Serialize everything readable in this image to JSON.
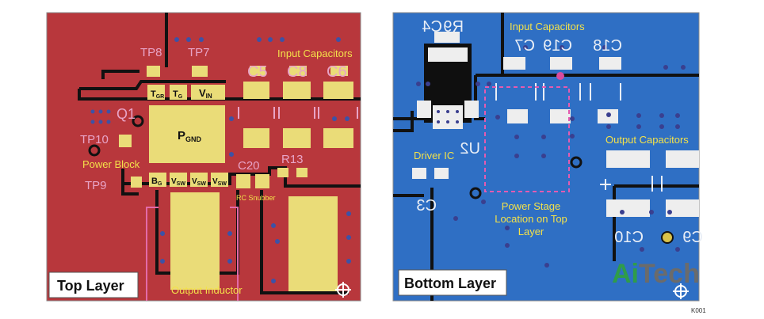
{
  "panels": {
    "top": {
      "layer_label": "Top Layer",
      "silk": {
        "tp8": "TP8",
        "tp7": "TP7",
        "tp10": "TP10",
        "tp9": "TP9",
        "q1": "Q1",
        "c5": "C5",
        "c8": "C8",
        "c6": "C6",
        "c20": "C20",
        "r13": "R13"
      },
      "pads": {
        "tgr": "T",
        "tgr_sub": "GR",
        "tg": "T",
        "tg_sub": "G",
        "vin": "V",
        "vin_sub": "IN",
        "pgnd": "P",
        "pgnd_sub": "GND",
        "bg": "B",
        "bg_sub": "G",
        "vsw": "V",
        "vsw_sub": "SW"
      },
      "annotations": {
        "input_capacitors": "Input Capacitors",
        "power_block": "Power Block",
        "rc_snubber": "RC Snubber",
        "output_inductor": "Output Inductor"
      }
    },
    "bottom": {
      "layer_label": "Bottom Layer",
      "silk": {
        "r9": "R9",
        "c4": "C4",
        "c7": "C7",
        "c19": "C19",
        "c18": "C18",
        "u2": "U2",
        "c3": "C3",
        "c10": "C10",
        "c9": "C9"
      },
      "annotations": {
        "input_capacitors": "Input Capacitors",
        "driver_ic": "Driver IC",
        "output_capacitors": "Output Capacitors",
        "power_stage_line1": "Power Stage",
        "power_stage_line2": "Location on Top",
        "power_stage_line3": "Layer"
      }
    }
  },
  "watermark": {
    "part1": "Ai",
    "part2": "Tech"
  },
  "figure_id": "K001",
  "colors": {
    "top_board": "#b8373c",
    "bottom_board": "#2f6fc4",
    "pad": "#eadc78",
    "label_yellow": "#f3e14a",
    "outline_pink": "#d94ba0",
    "watermark_green": "#2f9c4a",
    "watermark_gray": "#6b6b6b"
  }
}
